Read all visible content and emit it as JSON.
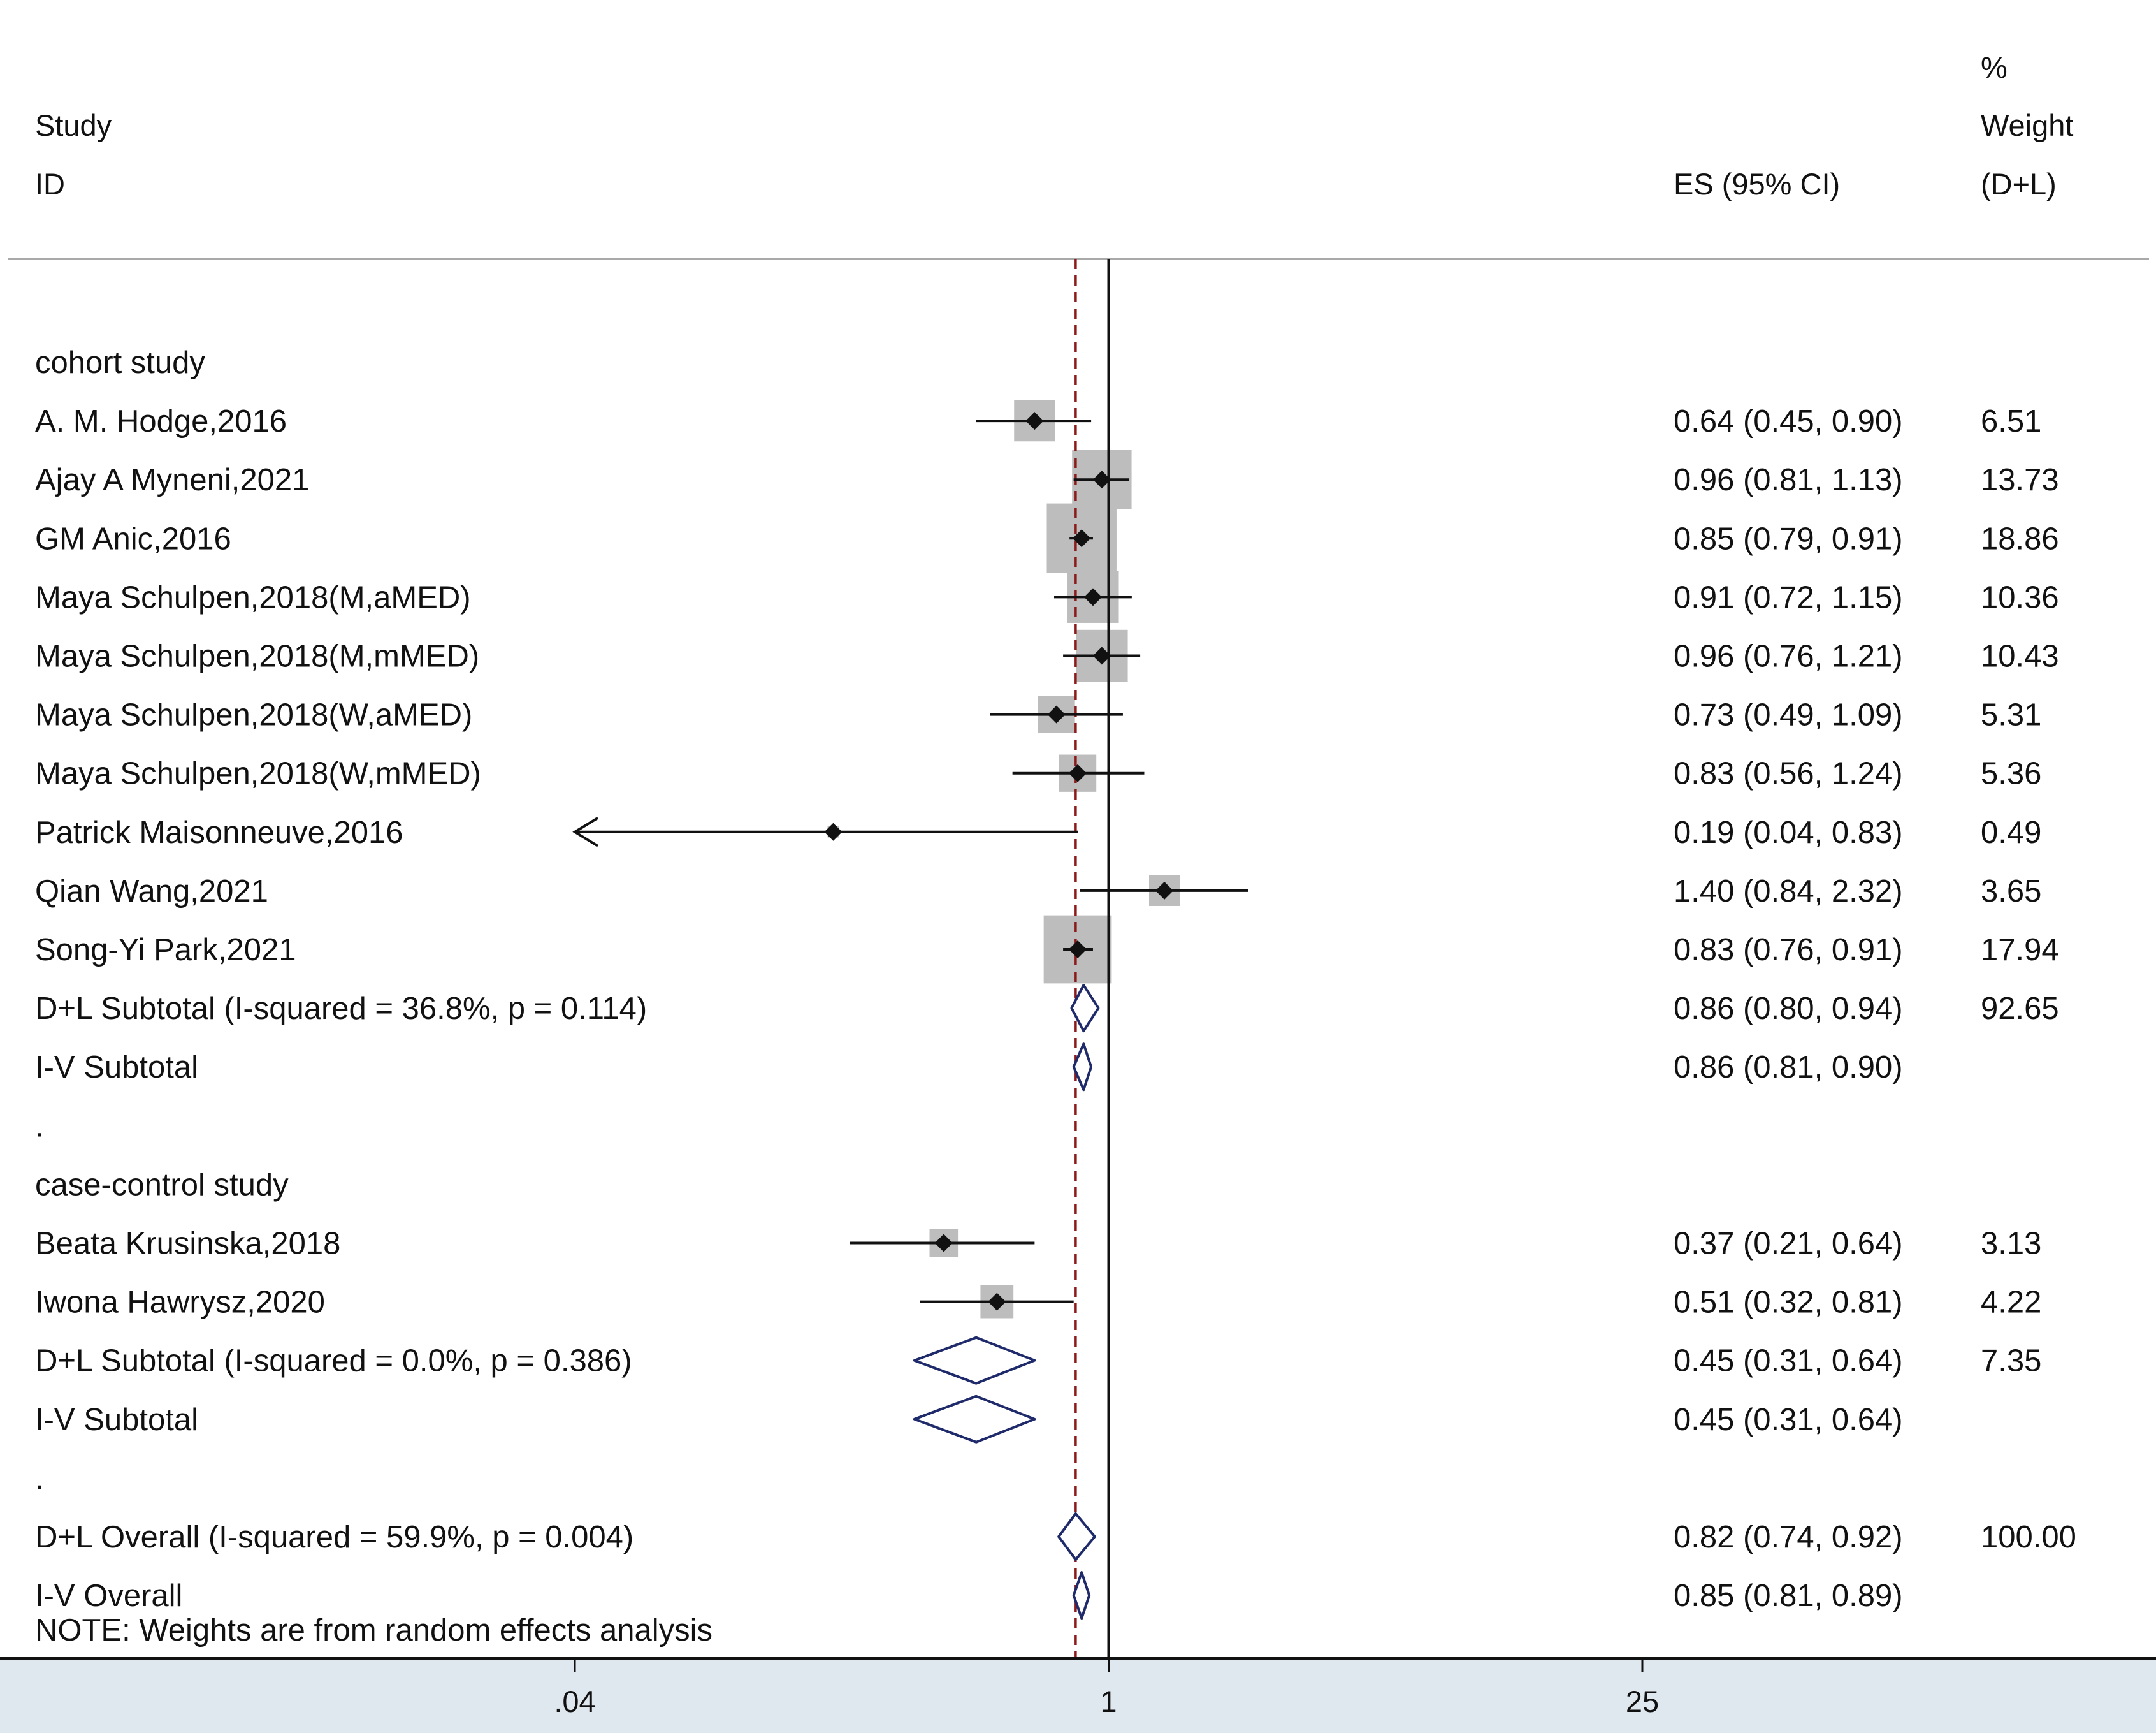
{
  "chart_data": {
    "type": "forest",
    "x_scale": "log",
    "xlim": [
      0.04,
      25
    ],
    "x_ticks": [
      ".04",
      "1",
      "25"
    ],
    "null_line": 1,
    "overall_reference": 0.82,
    "headers": {
      "study": [
        "Study",
        "ID"
      ],
      "es": "ES (95% CI)",
      "weight": [
        "%",
        "Weight",
        "(D+L)"
      ]
    },
    "rows": [
      {
        "kind": "group",
        "label": "cohort study"
      },
      {
        "kind": "study",
        "label": "A. M. Hodge,2016",
        "es": 0.64,
        "lo": 0.45,
        "hi": 0.9,
        "es_text": "0.64 (0.45, 0.90)",
        "weight": 6.51,
        "weight_text": "6.51"
      },
      {
        "kind": "study",
        "label": "Ajay A Myneni,2021",
        "es": 0.96,
        "lo": 0.81,
        "hi": 1.13,
        "es_text": "0.96 (0.81, 1.13)",
        "weight": 13.73,
        "weight_text": "13.73"
      },
      {
        "kind": "study",
        "label": "GM Anic,2016",
        "es": 0.85,
        "lo": 0.79,
        "hi": 0.91,
        "es_text": "0.85 (0.79, 0.91)",
        "weight": 18.86,
        "weight_text": "18.86"
      },
      {
        "kind": "study",
        "label": "Maya Schulpen,2018(M,aMED)",
        "es": 0.91,
        "lo": 0.72,
        "hi": 1.15,
        "es_text": "0.91 (0.72, 1.15)",
        "weight": 10.36,
        "weight_text": "10.36"
      },
      {
        "kind": "study",
        "label": "Maya Schulpen,2018(M,mMED)",
        "es": 0.96,
        "lo": 0.76,
        "hi": 1.21,
        "es_text": "0.96 (0.76, 1.21)",
        "weight": 10.43,
        "weight_text": "10.43"
      },
      {
        "kind": "study",
        "label": "Maya Schulpen,2018(W,aMED)",
        "es": 0.73,
        "lo": 0.49,
        "hi": 1.09,
        "es_text": "0.73 (0.49, 1.09)",
        "weight": 5.31,
        "weight_text": "5.31"
      },
      {
        "kind": "study",
        "label": "Maya Schulpen,2018(W,mMED)",
        "es": 0.83,
        "lo": 0.56,
        "hi": 1.24,
        "es_text": "0.83 (0.56, 1.24)",
        "weight": 5.36,
        "weight_text": "5.36"
      },
      {
        "kind": "study",
        "label": "Patrick Maisonneuve,2016",
        "es": 0.19,
        "lo": 0.04,
        "hi": 0.83,
        "es_text": "0.19 (0.04, 0.83)",
        "weight": 0.49,
        "weight_text": "0.49",
        "arrow_left": true
      },
      {
        "kind": "study",
        "label": "Qian Wang,2021",
        "es": 1.4,
        "lo": 0.84,
        "hi": 2.32,
        "es_text": "1.40 (0.84, 2.32)",
        "weight": 3.65,
        "weight_text": "3.65"
      },
      {
        "kind": "study",
        "label": "Song-Yi Park,2021",
        "es": 0.83,
        "lo": 0.76,
        "hi": 0.91,
        "es_text": "0.83 (0.76, 0.91)",
        "weight": 17.94,
        "weight_text": "17.94"
      },
      {
        "kind": "pooled",
        "label": "D+L Subtotal  (I-squared = 36.8%, p = 0.114)",
        "es": 0.86,
        "lo": 0.8,
        "hi": 0.94,
        "es_text": "0.86 (0.80, 0.94)",
        "weight_text": "92.65"
      },
      {
        "kind": "pooled",
        "label": "I-V Subtotal",
        "es": 0.86,
        "lo": 0.81,
        "hi": 0.9,
        "es_text": "0.86 (0.81, 0.90)",
        "weight_text": ""
      },
      {
        "kind": "spacer",
        "label": "."
      },
      {
        "kind": "group",
        "label": "case-control study"
      },
      {
        "kind": "study",
        "label": "Beata Krusinska,2018",
        "es": 0.37,
        "lo": 0.21,
        "hi": 0.64,
        "es_text": "0.37 (0.21, 0.64)",
        "weight": 3.13,
        "weight_text": "3.13"
      },
      {
        "kind": "study",
        "label": "Iwona Hawrysz,2020",
        "es": 0.51,
        "lo": 0.32,
        "hi": 0.81,
        "es_text": "0.51 (0.32, 0.81)",
        "weight": 4.22,
        "weight_text": "4.22"
      },
      {
        "kind": "pooled",
        "label": "D+L Subtotal  (I-squared = 0.0%, p = 0.386)",
        "es": 0.45,
        "lo": 0.31,
        "hi": 0.64,
        "es_text": "0.45 (0.31, 0.64)",
        "weight_text": "7.35"
      },
      {
        "kind": "pooled",
        "label": "I-V Subtotal",
        "es": 0.45,
        "lo": 0.31,
        "hi": 0.64,
        "es_text": "0.45 (0.31, 0.64)",
        "weight_text": ""
      },
      {
        "kind": "spacer",
        "label": "."
      },
      {
        "kind": "pooled",
        "label": "D+L Overall  (I-squared = 59.9%, p = 0.004)",
        "es": 0.82,
        "lo": 0.74,
        "hi": 0.92,
        "es_text": "0.82 (0.74, 0.92)",
        "weight_text": "100.00"
      },
      {
        "kind": "pooled",
        "label": "I-V Overall",
        "es": 0.85,
        "lo": 0.81,
        "hi": 0.89,
        "es_text": "0.85 (0.81, 0.89)",
        "weight_text": ""
      }
    ],
    "note": "NOTE: Weights are from random effects analysis",
    "colors": {
      "weight_box": "#bdbdbd",
      "diamond": "#1f2a6b",
      "reference_line": "#8b1a1a",
      "axis": "#111111",
      "axis_band": "#dfe8ee",
      "rule": "#a9a9a9"
    }
  }
}
